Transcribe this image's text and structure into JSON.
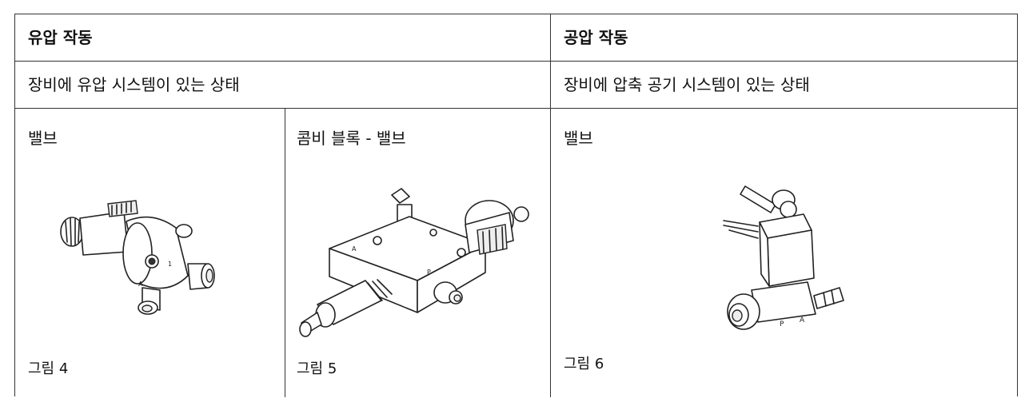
{
  "header": {
    "hydraulic_title": "유압 작동",
    "pneumatic_title": "공압 작동"
  },
  "subheader": {
    "hydraulic_desc": "장비에 유압 시스템이 있는 상태",
    "pneumatic_desc": "장비에 압축 공기 시스템이 있는 상태"
  },
  "cells": [
    {
      "title": "밸브",
      "caption": "그림 4"
    },
    {
      "title": "콤비 블록 - 밸브",
      "caption": "그림 5"
    },
    {
      "title": "밸브",
      "caption": "그림 6"
    }
  ]
}
